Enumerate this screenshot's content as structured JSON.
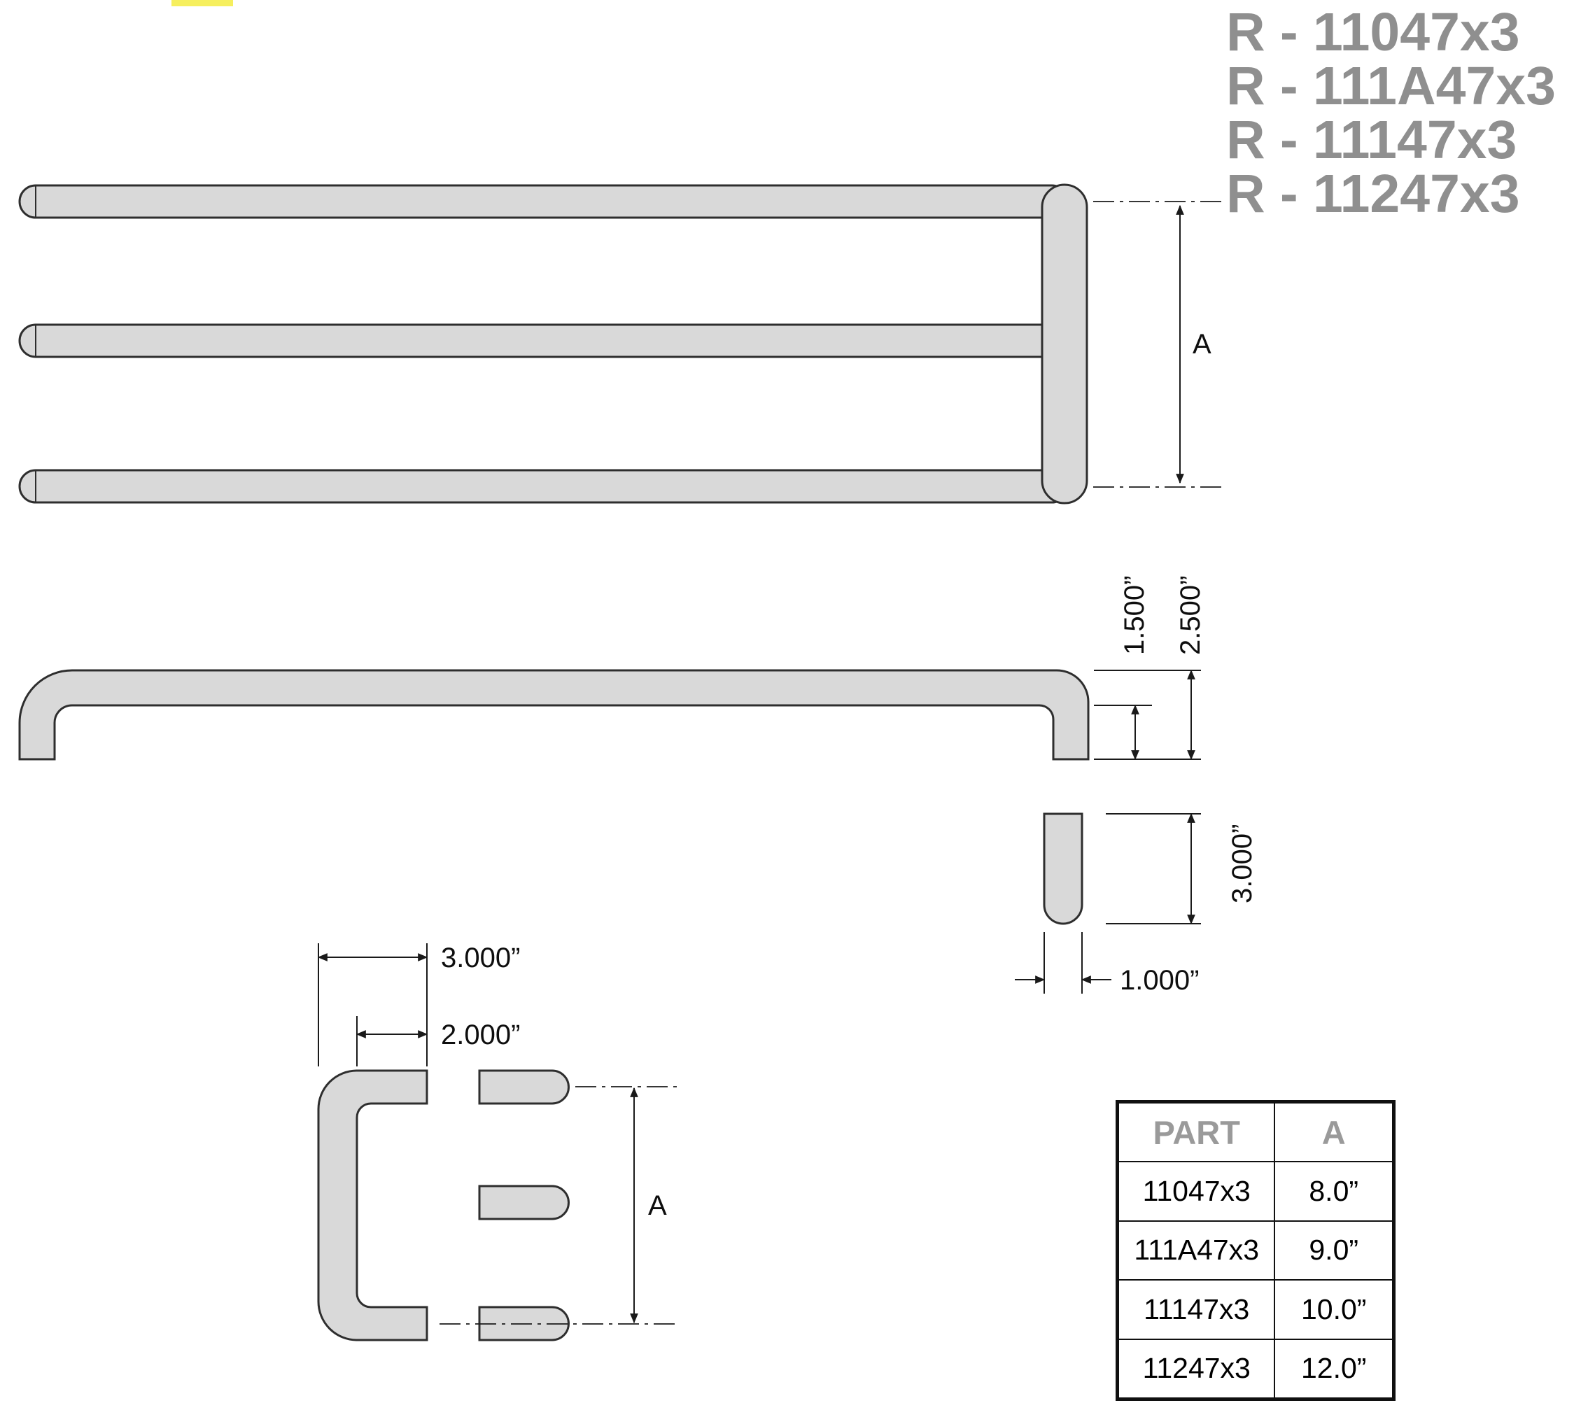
{
  "part_numbers": [
    "R - 11047x3",
    "R - 111A47x3",
    "R - 11147x3",
    "R - 11247x3"
  ],
  "top_view": {
    "dim_a": "A"
  },
  "side_view": {
    "dim_inner": "1.500”",
    "dim_outer": "2.500”"
  },
  "cap_detail": {
    "dim_length": "3.000”",
    "dim_width": "1.000”"
  },
  "end_view": {
    "dim_width": "3.000”",
    "dim_offset": "2.000”",
    "dim_a": "A"
  },
  "parts_table": {
    "headers": {
      "part": "PART",
      "a": "A"
    },
    "rows": [
      {
        "part": "11047x3",
        "a": "8.0”"
      },
      {
        "part": "111A47x3",
        "a": "9.0”"
      },
      {
        "part": "11147x3",
        "a": "10.0”"
      },
      {
        "part": "11247x3",
        "a": "12.0”"
      }
    ]
  },
  "colors": {
    "bar_fill": "#d9d9d9",
    "outline": "#2e2e2e",
    "label_gray": "#8f8f8f",
    "dimension_text": "#0e0e0e",
    "artifact_yellow": "#f6ef5e"
  }
}
